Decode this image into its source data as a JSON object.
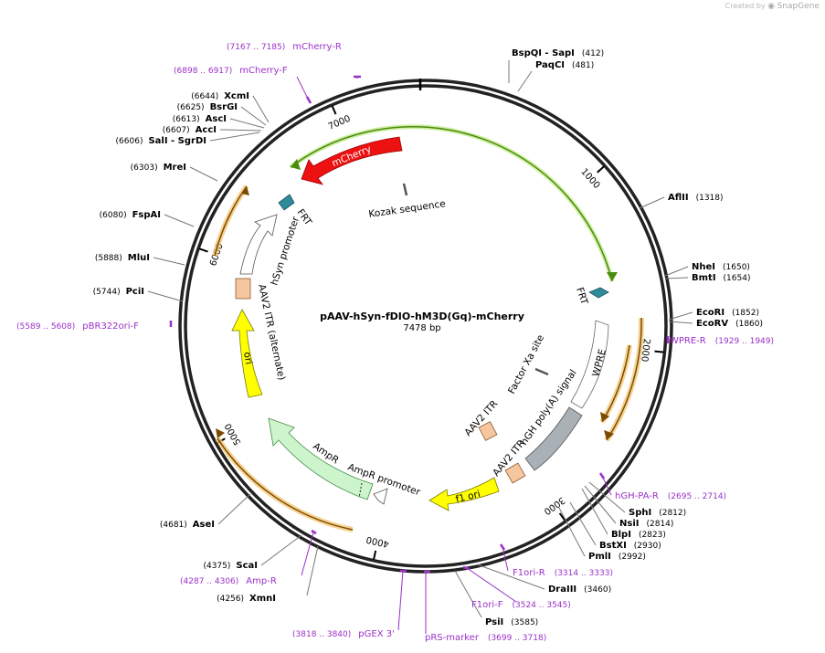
{
  "credit": {
    "prefix": "Created by",
    "brand": "SnapGene"
  },
  "plasmid": {
    "name": "pAAV-hSyn-fDIO-hM3D(Gq)-mCherry",
    "length_label": "7478 bp",
    "length": 7478
  },
  "ticks": [
    {
      "bp": 1000,
      "label": "1000"
    },
    {
      "bp": 2000,
      "label": "2000"
    },
    {
      "bp": 3000,
      "label": "3000"
    },
    {
      "bp": 4000,
      "label": "4000"
    },
    {
      "bp": 5000,
      "label": "5000"
    },
    {
      "bp": 6000,
      "label": "6000"
    },
    {
      "bp": 7000,
      "label": "7000"
    }
  ],
  "enzymes": [
    {
      "name": "BspQI - SapI",
      "pos": "(412)"
    },
    {
      "name": "PaqCI",
      "pos": "(481)"
    },
    {
      "name": "AflII",
      "pos": "(1318)"
    },
    {
      "name": "NheI",
      "pos": "(1650)"
    },
    {
      "name": "BmtI",
      "pos": "(1654)"
    },
    {
      "name": "EcoRI",
      "pos": "(1852)"
    },
    {
      "name": "EcoRV",
      "pos": "(1860)"
    },
    {
      "name": "SphI",
      "pos": "(2812)"
    },
    {
      "name": "NsiI",
      "pos": "(2814)"
    },
    {
      "name": "BlpI",
      "pos": "(2823)"
    },
    {
      "name": "BstXI",
      "pos": "(2930)"
    },
    {
      "name": "PmlI",
      "pos": "(2992)"
    },
    {
      "name": "DraIII",
      "pos": "(3460)"
    },
    {
      "name": "PsiI",
      "pos": "(3585)"
    },
    {
      "name": "XmnI",
      "pos": "(4256)"
    },
    {
      "name": "ScaI",
      "pos": "(4375)"
    },
    {
      "name": "AseI",
      "pos": "(4681)"
    },
    {
      "name": "PciI",
      "pos": "(5744)"
    },
    {
      "name": "MluI",
      "pos": "(5888)"
    },
    {
      "name": "FspAI",
      "pos": "(6080)"
    },
    {
      "name": "MreI",
      "pos": "(6303)"
    },
    {
      "name": "SalI - SgrDI",
      "pos": "(6606)"
    },
    {
      "name": "AccI",
      "pos": "(6607)"
    },
    {
      "name": "AscI",
      "pos": "(6613)"
    },
    {
      "name": "BsrGI",
      "pos": "(6625)"
    },
    {
      "name": "XcmI",
      "pos": "(6644)"
    }
  ],
  "primers": [
    {
      "name": "mCherry-R",
      "range": "(7167 .. 7185)"
    },
    {
      "name": "mCherry-F",
      "range": "(6898 .. 6917)"
    },
    {
      "name": "WPRE-R",
      "range": "(1929 .. 1949)"
    },
    {
      "name": "hGH-PA-R",
      "range": "(2695 .. 2714)"
    },
    {
      "name": "F1ori-R",
      "range": "(3314 .. 3333)"
    },
    {
      "name": "F1ori-F",
      "range": "(3524 .. 3545)"
    },
    {
      "name": "pRS-marker",
      "range": "(3699 .. 3718)"
    },
    {
      "name": "pGEX 3'",
      "range": "(3818 .. 3840)"
    },
    {
      "name": "Amp-R",
      "range": "(4287 .. 4306)"
    },
    {
      "name": "pBR322ori-F",
      "range": "(5589 .. 5608)"
    }
  ],
  "features": [
    {
      "name": "mCherry"
    },
    {
      "name": "Kozak sequence"
    },
    {
      "name": "FRT"
    },
    {
      "name": "FRT"
    },
    {
      "name": "hSyn promoter"
    },
    {
      "name": "AAV2 ITR (alternate)"
    },
    {
      "name": "ori"
    },
    {
      "name": "WPRE"
    },
    {
      "name": "Factor Xa site"
    },
    {
      "name": "hGH poly(A) signal"
    },
    {
      "name": "AAV2 ITR"
    },
    {
      "name": "AAV2 ITR"
    },
    {
      "name": "f1 ori"
    },
    {
      "name": "AmpR promoter"
    },
    {
      "name": "AmpR"
    }
  ],
  "colors": {
    "mCherry": "#ee1111",
    "ori": "#ffff00",
    "f1ori": "#ffff00",
    "AmpR": "#ccf5cc",
    "hGH": "#a9b0b6",
    "ITR": "#f6c79e",
    "FRT": "#2e8b9a",
    "primer": "#9b30c8",
    "hsyn": "#ffffff",
    "green_orf": "#7ec830",
    "orange_orf": "#c98a00"
  }
}
